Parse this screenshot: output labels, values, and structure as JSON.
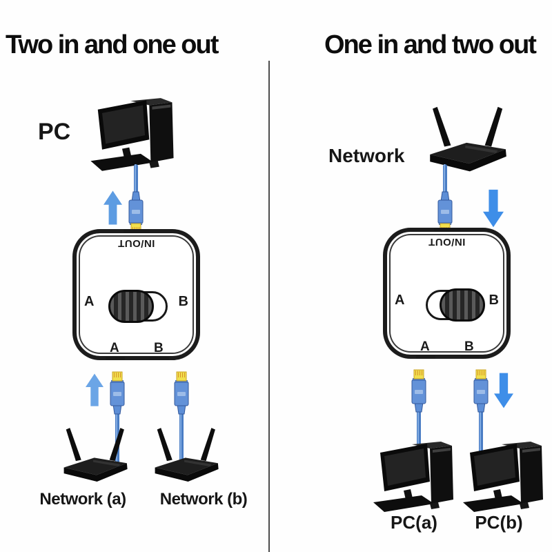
{
  "page": {
    "background_color": "#fefefe",
    "divider_color": "#4d4d4d"
  },
  "left_section": {
    "title": "Two in and one out",
    "pc_label": "PC",
    "switch": {
      "top_label": "IN/OUT",
      "side_left": "A",
      "side_right": "B",
      "port_left": "A",
      "port_right": "B",
      "toggle_position": "A"
    },
    "flow_direction": "up",
    "network_a_label": "Network (a)",
    "network_b_label": "Network (b)"
  },
  "right_section": {
    "title": "One in and two out",
    "network_label": "Network",
    "switch": {
      "top_label": "IN/OUT",
      "side_left": "A",
      "side_right": "B",
      "port_left": "A",
      "port_right": "B",
      "toggle_position": "B"
    },
    "flow_direction": "down",
    "pc_a_label": "PC(a)",
    "pc_b_label": "PC(b)"
  },
  "icons": {
    "pc": "desktop-computer-icon",
    "router": "wifi-router-icon",
    "cable": "ethernet-cable-rj45-icon",
    "up_arrow": "up-arrow-icon",
    "down_arrow": "down-arrow-icon"
  },
  "colors": {
    "cable_blue": "#4a7dc4",
    "connector_blue": "#6392d8",
    "connector_tip_yellow": "#f0e04e",
    "arrow_up_blue": "#5d9ce2",
    "arrow_down_blue": "#3e8ee8",
    "device_black": "#0d0d0d",
    "text_black": "#111111"
  }
}
